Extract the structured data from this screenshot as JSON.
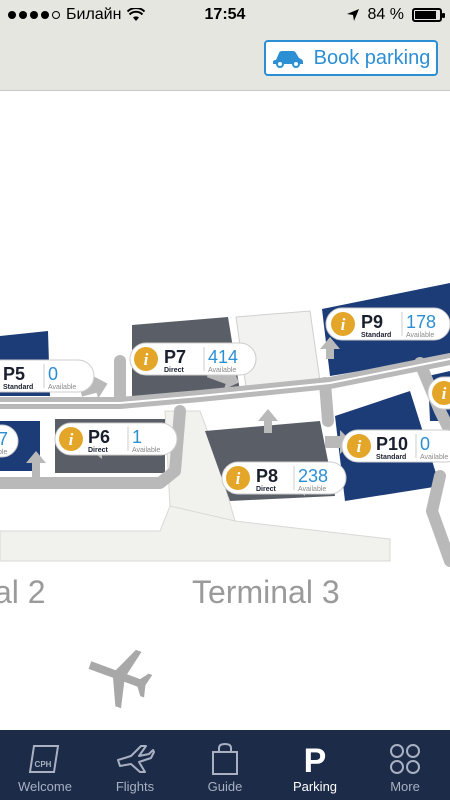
{
  "status_bar": {
    "carrier": "Билайн",
    "time": "17:54",
    "battery": "84 %"
  },
  "header": {
    "book_parking_label": "Book parking",
    "accent_color": "#2c8fd4"
  },
  "map": {
    "terminal_left_label": "al 2",
    "terminal_label": "Terminal 3",
    "lots": [
      {
        "id": "p5",
        "name": "P5",
        "type": "Standard",
        "count": "0",
        "avail": "Available"
      },
      {
        "id": "p6",
        "name": "P6",
        "type": "Direct",
        "count": "1",
        "avail": "Available"
      },
      {
        "id": "p7",
        "name": "P7",
        "type": "Direct",
        "count": "414",
        "avail": "Available"
      },
      {
        "id": "p8",
        "name": "P8",
        "type": "Direct",
        "count": "238",
        "avail": "Available"
      },
      {
        "id": "p9",
        "name": "P9",
        "type": "Standard",
        "count": "178",
        "avail": "Available"
      },
      {
        "id": "p10",
        "name": "P10",
        "type": "Standard",
        "count": "0",
        "avail": "Available"
      },
      {
        "id": "p4",
        "name": "",
        "type": "",
        "count": "7",
        "avail": "ble"
      }
    ],
    "lot_colors": {
      "standard": "#1c3c78",
      "direct": "#5a5e66"
    }
  },
  "tabbar": {
    "tabs": [
      {
        "label": "Welcome",
        "icon": "cph-icon"
      },
      {
        "label": "Flights",
        "icon": "plane-icon"
      },
      {
        "label": "Guide",
        "icon": "bag-icon"
      },
      {
        "label": "Parking",
        "icon": "parking-icon"
      },
      {
        "label": "More",
        "icon": "grid-icon"
      }
    ],
    "active_index": 3
  }
}
